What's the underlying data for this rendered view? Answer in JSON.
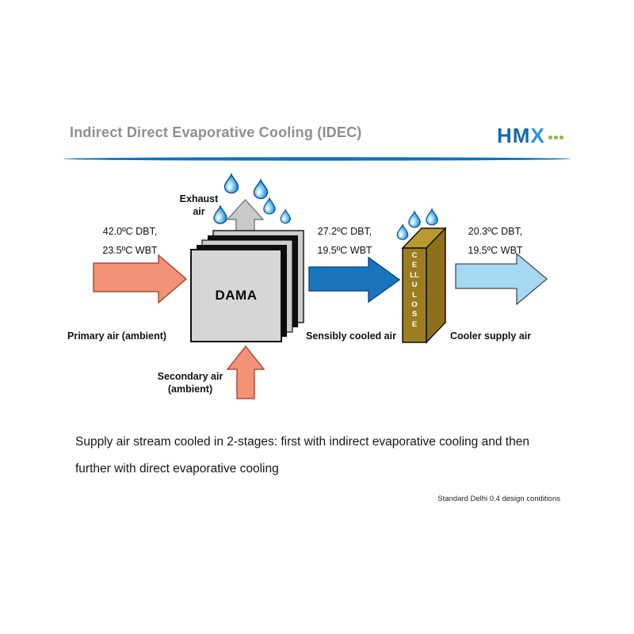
{
  "header": {
    "title": "Indirect Direct Evaporative Cooling (IDEC)",
    "logo": {
      "h": "H",
      "m": "M",
      "x": "X"
    }
  },
  "diagram": {
    "exhaust_label": {
      "line1": "Exhaust",
      "line2": "air"
    },
    "primary_temp": {
      "line1": "42.0ºC DBT,",
      "line2": "23.5ºC WBT"
    },
    "cooled_temp": {
      "line1": "27.2ºC DBT,",
      "line2": "19.5ºC WBT"
    },
    "supply_temp": {
      "line1": "20.3ºC DBT,",
      "line2": "19.5ºC WBT"
    },
    "dama_label": "DAMA",
    "cellulose_label": "CELLULOSE",
    "primary_air_label": "Primary air (ambient)",
    "sensibly_cooled_label": "Sensibly cooled air",
    "cooler_supply_label": "Cooler supply air",
    "secondary_air": {
      "line1": "Secondary air",
      "line2": "(ambient)"
    }
  },
  "caption": {
    "text": "Supply air stream cooled in 2-stages: first with indirect evaporative cooling and then further with direct evaporative cooling",
    "footnote": "Standard Delhi 0.4 design conditions"
  },
  "colors": {
    "title_gray": "#8e8f91",
    "divider_blue": "#1272b8",
    "logo_blue": "#1669ae",
    "logo_x_blue": "#2e93d3",
    "logo_green": "#7cbe41",
    "ambient_arrow": "#f29378",
    "cooled_arrow": "#1b75bc",
    "supply_arrow": "#a5d8f2",
    "exhaust_arrow": "#c9c9c9",
    "dama_plate_gray": "#d6d6d6",
    "dama_plate_black": "#0d0d0d",
    "cellulose_front": "#9c7d20",
    "cellulose_top": "#ba9a30",
    "cellulose_side": "#8e701c",
    "droplet_blue": "#1e8fd6"
  }
}
